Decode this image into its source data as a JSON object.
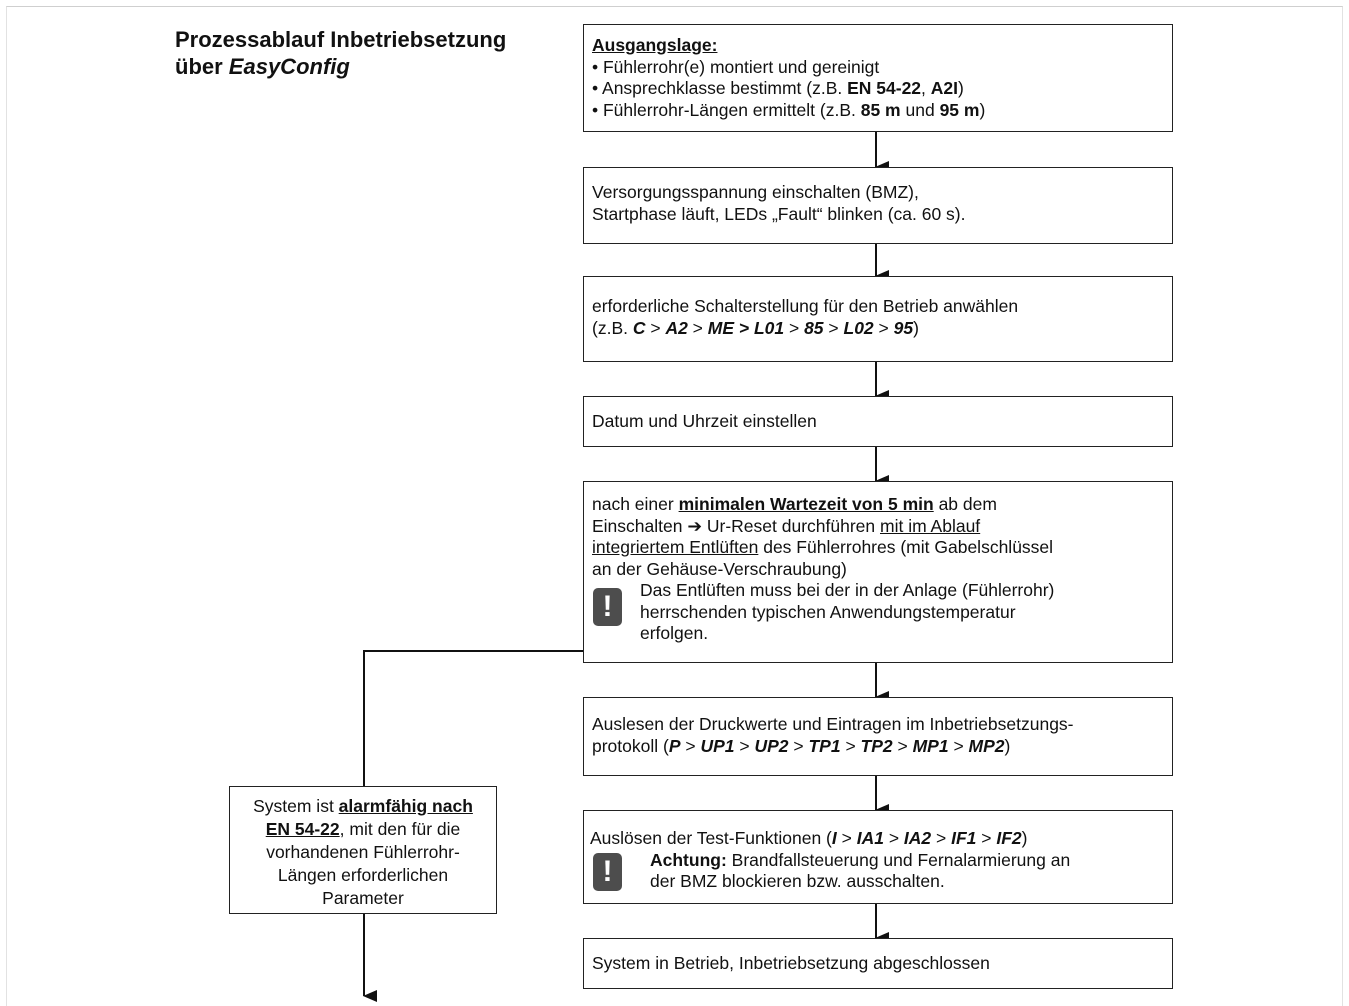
{
  "title": {
    "line1": "Prozessablauf Inbetriebsetzung",
    "line2_prefix": "über ",
    "line2_em": "EasyConfig"
  },
  "box1": {
    "heading": "Ausgangslage:",
    "l1": "• Fühlerrohr(e) montiert und gereinigt",
    "l2a": "• Ansprechklasse bestimmt (z.B. ",
    "l2b": "EN 54-22",
    "l2c": ", ",
    "l2d": "A2I",
    "l2e": ")",
    "l3a": "• Fühlerrohr-Längen ermittelt (z.B. ",
    "l3b": "85 m",
    "l3c": " und ",
    "l3d": "95 m",
    "l3e": ")"
  },
  "box2": {
    "l1": "Versorgungsspannung einschalten (BMZ),",
    "l2": "Startphase läuft, LEDs „Fault“ blinken (ca. 60 s)."
  },
  "box3": {
    "l1": "erforderliche Schalterstellung für den Betrieb anwählen",
    "p1": "(z.B. ",
    "c": "C",
    "g1": " > ",
    "a2": "A2",
    "g2": " > ",
    "me": "ME > L01",
    "g3": " > ",
    "v85": "85",
    "g4": " > ",
    "l02": "L02",
    "g5": " > ",
    "v95": "95",
    "p2": ")"
  },
  "box4": {
    "l1": "Datum und Uhrzeit einstellen"
  },
  "box5": {
    "l1a": "nach einer ",
    "l1b": "minimalen Wartezeit von 5 min",
    "l1c": " ab dem",
    "l2a": "Einschalten ➔ Ur-Reset durchführen ",
    "l2b": "mit im Ablauf",
    "l3a": "integriertem Entlüften",
    "l3b": " des Fühlerrohres (mit Gabelschlüssel",
    "l4": "an der Gehäuse-Verschraubung)",
    "w1": "Das Entlüften muss bei der in der Anlage (Fühlerrohr)",
    "w2": "herrschenden typischen Anwendungstemperatur",
    "w3": "erfolgen."
  },
  "box6": {
    "l1": "Auslesen der Druckwerte und Eintragen im Inbetriebsetzungs-",
    "l2a": "protokoll (",
    "P": "P",
    "s1": " > ",
    "UP1": "UP1",
    "s2": " > ",
    "UP2": "UP2",
    "s3": " > ",
    "TP1": "TP1",
    "s4": " > ",
    "TP2": "TP2",
    "s5": " > ",
    "MP1": "MP1",
    "s6": " > ",
    "MP2": "MP2",
    "l2z": ")"
  },
  "box7": {
    "l1a": "Auslösen der Test-Funktionen (",
    "I": "I",
    "s1": " > ",
    "IA1": "IA1",
    "s2": " > ",
    "IA2": "IA2",
    "s3": " > ",
    "IF1": "IF1",
    "s4": " > ",
    "IF2": "IF2",
    "l1z": ")",
    "w1a": "Achtung:",
    "w1b": " Brandfallsteuerung und Fernalarmierung an",
    "w2": "der BMZ blockieren bzw. ausschalten."
  },
  "box8": {
    "l1": "System in Betrieb, Inbetriebsetzung abgeschlossen"
  },
  "side": {
    "l1a": "System ist ",
    "l1b": "alarmfähig nach",
    "l2a": "EN 54-22",
    "l2b": ", mit den für die",
    "l3": "vorhandenen Fühlerrohr-",
    "l4": "Längen erforderlichen",
    "l5": "Parameter"
  },
  "warning_icon": {
    "glyph": "!"
  }
}
